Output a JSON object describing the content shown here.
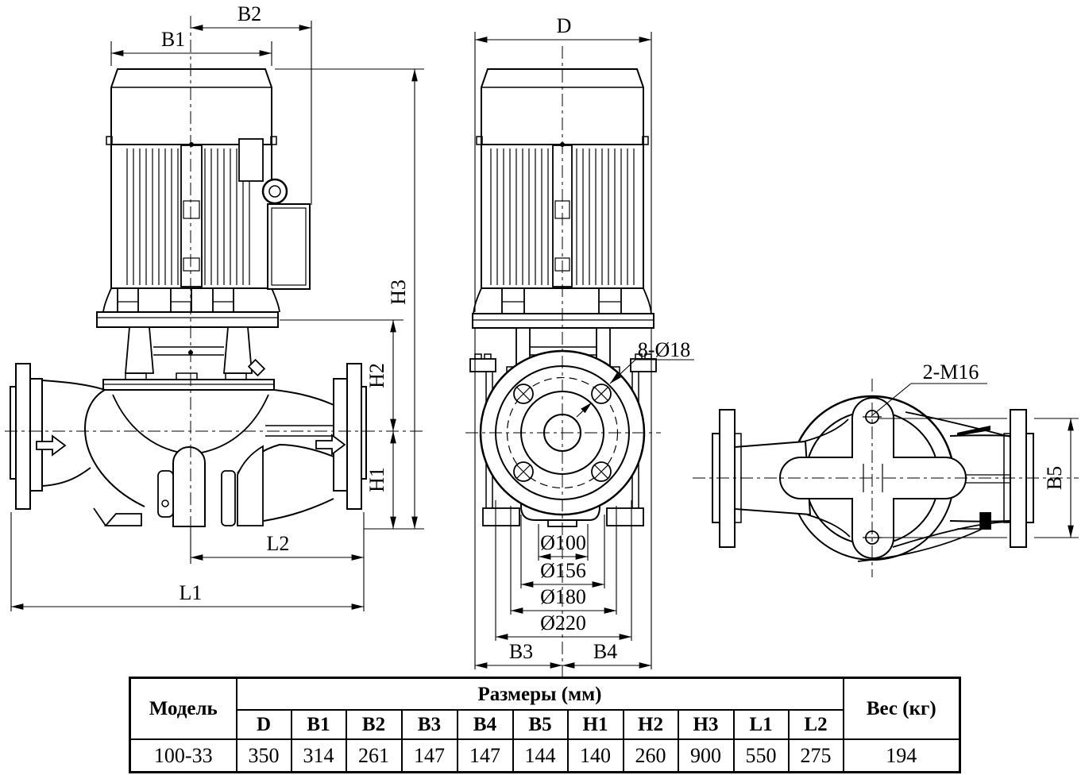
{
  "page": {
    "background": "#ffffff",
    "line_color": "#000000"
  },
  "drawing": {
    "front_view": {
      "b1": "B1",
      "b2": "B2",
      "h1": "H1",
      "h2": "H2",
      "h3": "H3",
      "l1": "L1",
      "l2": "L2"
    },
    "side_view": {
      "d": "D",
      "bolt_note": "8-Ø18",
      "dia1": "Ø100",
      "dia2": "Ø156",
      "dia3": "Ø180",
      "dia4": "Ø220",
      "b3": "B3",
      "b4": "B4"
    },
    "top_view": {
      "tap_note": "2-M16",
      "b5": "B5"
    }
  },
  "table": {
    "model_header": "Модель",
    "size_header": "Размеры (мм)",
    "weight_header": "Вес (кг)",
    "columns": [
      "D",
      "B1",
      "B2",
      "B3",
      "B4",
      "B5",
      "H1",
      "H2",
      "H3",
      "L1",
      "L2"
    ],
    "rows": [
      {
        "model": "100-33",
        "values": [
          "350",
          "314",
          "261",
          "147",
          "147",
          "144",
          "140",
          "260",
          "900",
          "550",
          "275"
        ],
        "weight": "194"
      }
    ]
  }
}
